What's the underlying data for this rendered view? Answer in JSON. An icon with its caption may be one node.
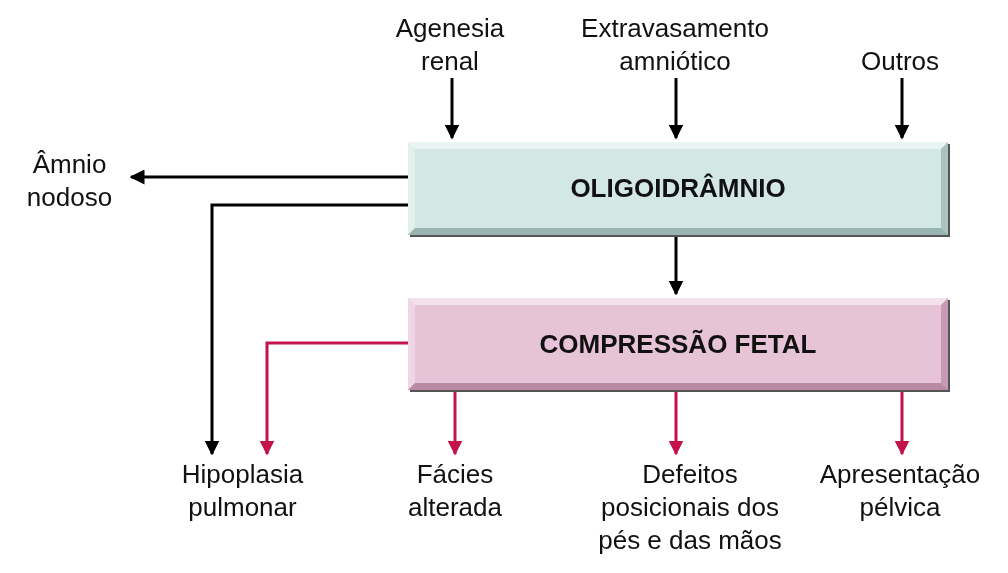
{
  "diagram": {
    "nodes": [
      {
        "text": [
          "Agenesia renal"
        ]
      },
      {
        "text": [
          "Extravasamento amniótico"
        ]
      },
      {
        "text": [
          "Outros"
        ]
      },
      {
        "text": [
          "OLIGOIDRÂMNIO"
        ]
      },
      {
        "text": [
          "Âmnio nodoso"
        ]
      },
      {
        "text": [
          "COMPRESSÃO FETAL"
        ]
      },
      {
        "text": [
          "Hipoplasia pulmonar"
        ]
      },
      {
        "text": [
          "Fácies alterada"
        ]
      },
      {
        "text": [
          "Defeitos posicionais dos pés e das mãos"
        ]
      },
      {
        "text": [
          "Apresentação pélvica"
        ]
      }
    ],
    "edges": [
      {
        "from": 0,
        "to": 3,
        "arrow": "to"
      },
      {
        "from": 1,
        "to": 3,
        "arrow": "to"
      },
      {
        "from": 2,
        "to": 3,
        "arrow": "to"
      },
      {
        "from": 3,
        "to": 4,
        "arrow": "to"
      },
      {
        "from": 3,
        "to": 6,
        "arrow": "to"
      },
      {
        "from": 3,
        "to": 5,
        "arrow": "to"
      },
      {
        "from": 5,
        "to": 6,
        "arrow": "to",
        "color": "#c2134b"
      },
      {
        "from": 5,
        "to": 7,
        "arrow": "to",
        "color": "#c2134b"
      },
      {
        "from": 5,
        "to": 8,
        "arrow": "to",
        "color": "#c2134b"
      },
      {
        "from": 5,
        "to": 9,
        "arrow": "to",
        "color": "#c2134b"
      }
    ]
  }
}
